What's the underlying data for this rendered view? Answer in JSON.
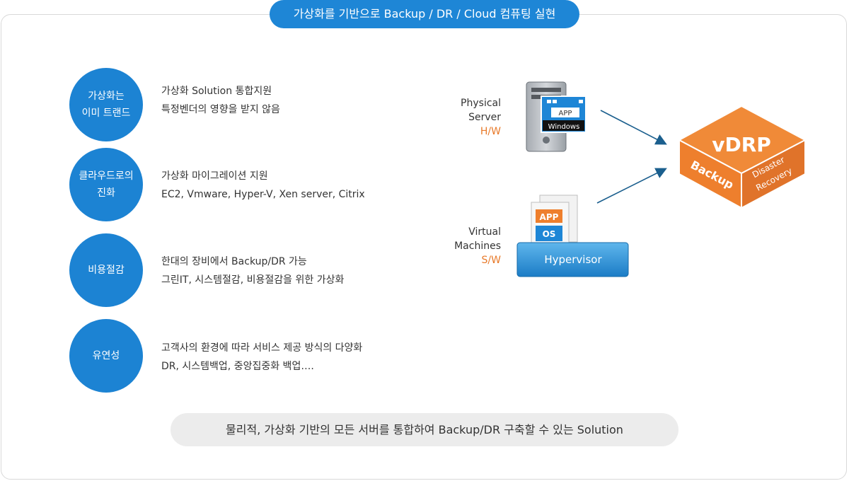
{
  "title": "가상화를 기반으로 Backup / DR / Cloud 컴퓨팅 실현",
  "features": [
    {
      "circle": [
        "가상화는",
        "이미 트랜드"
      ],
      "desc": [
        "가상화 Solution 통합지원",
        "특정벤더의 영향을 받지 않음"
      ]
    },
    {
      "circle": [
        "클라우드로의",
        "진화"
      ],
      "desc": [
        "가상화 마이그레이션 지원",
        "EC2, Vmware, Hyper-V, Xen server, Citrix"
      ]
    },
    {
      "circle": [
        "비용절감"
      ],
      "desc": [
        "한대의 장비에서 Backup/DR 가능",
        "그린IT, 시스템절감, 비용절감을 위한 가상화"
      ]
    },
    {
      "circle": [
        "유연성"
      ],
      "desc": [
        "고객사의 환경에 따라 서비스 제공 방식의 다양화",
        "DR, 시스템백업, 중앙집중화 백업…."
      ]
    }
  ],
  "physical": {
    "line1": "Physical",
    "line2": "Server",
    "tag": "H/W",
    "app": "APP",
    "os": "Windows"
  },
  "virtual": {
    "line1": "Virtual",
    "line2": "Machines",
    "tag": "S/W",
    "app": "APP",
    "os": "OS",
    "hypervisor": "Hypervisor"
  },
  "vdrp": {
    "name": "vDRP",
    "left_face": "Backup",
    "right_face_1": "Disaster",
    "right_face_2": "Recovery"
  },
  "bottom": "물리적, 가상화 기반의 모든 서버를 통합하여 Backup/DR 구축할 수 있는 Solution",
  "colors": {
    "blue": "#1c83d3",
    "orange": "#ee7f2d",
    "gray_pill": "#ececec"
  }
}
